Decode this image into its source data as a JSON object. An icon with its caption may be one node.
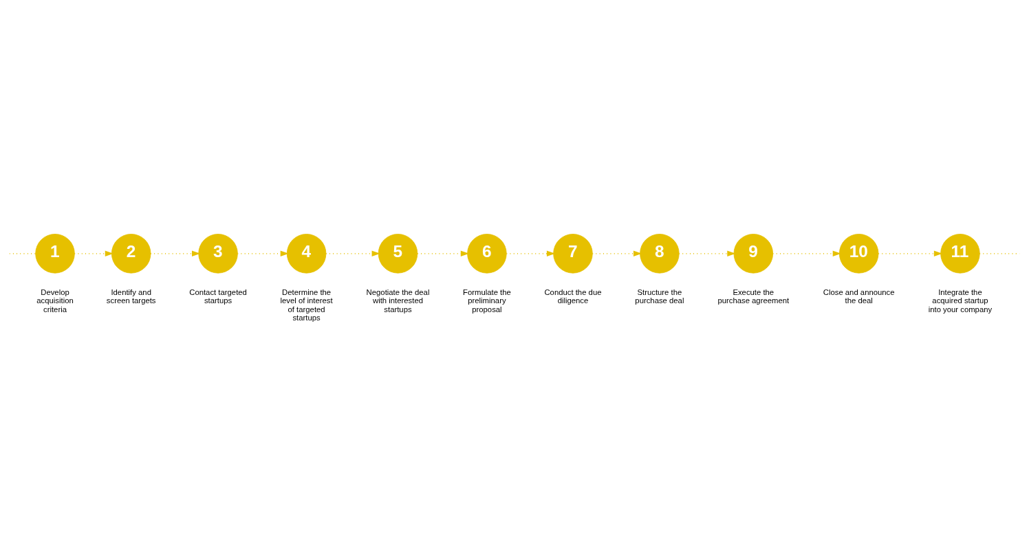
{
  "diagram": {
    "nodes": [
      {
        "text": [
          "1"
        ],
        "beside": [
          "Develop acquisition criteria"
        ]
      },
      {
        "text": [
          "2"
        ],
        "beside": [
          "Identify and screen targets"
        ]
      },
      {
        "text": [
          "3"
        ],
        "beside": [
          "Contact targeted startups"
        ]
      },
      {
        "text": [
          "4"
        ],
        "beside": [
          "Determine the level of interest of targeted startups"
        ]
      },
      {
        "text": [
          "5"
        ],
        "beside": [
          "Negotiate the deal with interested startups"
        ]
      },
      {
        "text": [
          "6"
        ],
        "beside": [
          "Formulate the preliminary proposal"
        ]
      },
      {
        "text": [
          "7"
        ],
        "beside": [
          "Conduct the due diligence"
        ]
      },
      {
        "text": [
          "8"
        ],
        "beside": [
          "Structure the purchase deal"
        ]
      },
      {
        "text": [
          "9"
        ],
        "beside": [
          "Execute the purchase agreement"
        ]
      },
      {
        "text": [
          "10"
        ],
        "beside": [
          "Close and announce the deal"
        ]
      },
      {
        "text": [
          "11"
        ],
        "beside": [
          "Integrate the acquired startup into your company"
        ]
      }
    ],
    "edges": [
      {
        "from": null,
        "to": 0,
        "arrow": "none",
        "style": "dashed"
      },
      {
        "from": 0,
        "to": 1,
        "arrow": "to",
        "style": "dashed"
      },
      {
        "from": 1,
        "to": 2,
        "arrow": "to",
        "style": "dashed"
      },
      {
        "from": 2,
        "to": 3,
        "arrow": "to",
        "style": "dashed"
      },
      {
        "from": 3,
        "to": 4,
        "arrow": "to",
        "style": "dashed"
      },
      {
        "from": 4,
        "to": 5,
        "arrow": "to",
        "style": "dashed"
      },
      {
        "from": 5,
        "to": 6,
        "arrow": "to",
        "style": "dashed"
      },
      {
        "from": 6,
        "to": 7,
        "arrow": "to",
        "style": "dashed"
      },
      {
        "from": 7,
        "to": 8,
        "arrow": "to",
        "style": "dashed"
      },
      {
        "from": 8,
        "to": 9,
        "arrow": "to",
        "style": "dashed"
      },
      {
        "from": 9,
        "to": 10,
        "arrow": "to",
        "style": "dashed"
      },
      {
        "from": 10,
        "to": null,
        "arrow": "none",
        "style": "dashed"
      }
    ]
  }
}
